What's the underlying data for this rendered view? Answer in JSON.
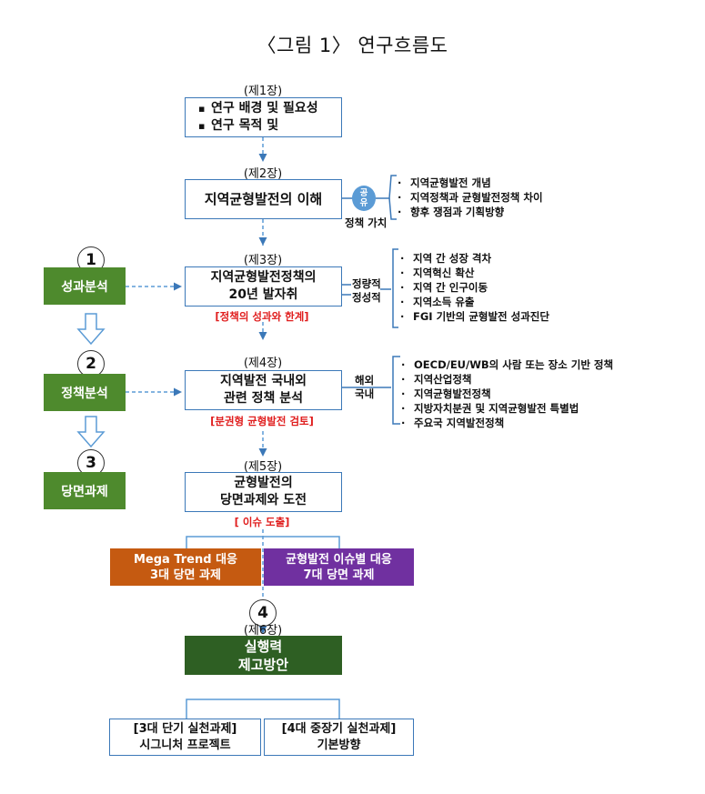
{
  "title": "〈그림 1〉 연구흐름도",
  "ch1": {
    "label": "(제1장)",
    "items": [
      "연구 배경 및 필요성",
      "연구 목적 및"
    ]
  },
  "ch2": {
    "label": "(제2장)",
    "box": "지역균형발전의 이해",
    "pill_line1": "공",
    "pill_line2": "유",
    "pill_caption": "정책 가치",
    "list": [
      "지역균형발전 개념",
      "지역정책과 균형발전정책 차이",
      "향후 쟁점과 기획방향"
    ]
  },
  "ch3": {
    "label": "(제3장)",
    "box_line1": "지역균형발전정책의",
    "box_line2": "20년 발자취",
    "red": "[정책의 성과와 한계]",
    "side_line1": "정량적",
    "side_line2": "정성적",
    "list": [
      "지역 간 성장 격차",
      "지역혁신 확산",
      "지역 간 인구이동",
      "지역소득 유출",
      "FGI 기반의 균형발전 성과진단"
    ]
  },
  "ch4": {
    "label": "(제4장)",
    "box_line1": "지역발전 국내외",
    "box_line2": "관련 정책 분석",
    "red": "[분권형 균형발전 검토]",
    "side_line1": "해외",
    "side_line2": "국내",
    "list": [
      "OECD/EU/WB의 사람 또는 장소 기반 정책",
      "지역산업정책",
      "지역균형발전정책",
      "지방자치분권 및 지역균형발전 특별법",
      "주요국 지역발전정책"
    ]
  },
  "ch5": {
    "label": "(제5장)",
    "box_line1": "균형발전의",
    "box_line2": "당면과제와 도전",
    "red": "[ 이슈 도출]",
    "orange_line1": "Mega Trend 대응",
    "orange_line2": "3대 당면 과제",
    "purple_line1": "균형발전 이슈별 대응",
    "purple_line2": "7대 당면 과제"
  },
  "ch6": {
    "label": "(제6장)",
    "box_line1": "실행력",
    "box_line2": "제고방안",
    "left_line1": "[3대 단기 실천과제]",
    "left_line2": "시그니처 프로젝트",
    "right_line1": "[4대 중장기 실천과제]",
    "right_line2": "기본방향"
  },
  "left": {
    "n1": "1",
    "s1": "성과분석",
    "n2": "2",
    "s2": "정책분석",
    "n3": "3",
    "s3": "당면과제",
    "n4": "4"
  },
  "colors": {
    "blue": "#3b78b8",
    "green": "#4e8a2d",
    "dark_green": "#2e5f23",
    "orange": "#c55a11",
    "purple": "#7030a0",
    "red": "#e01e1e"
  }
}
